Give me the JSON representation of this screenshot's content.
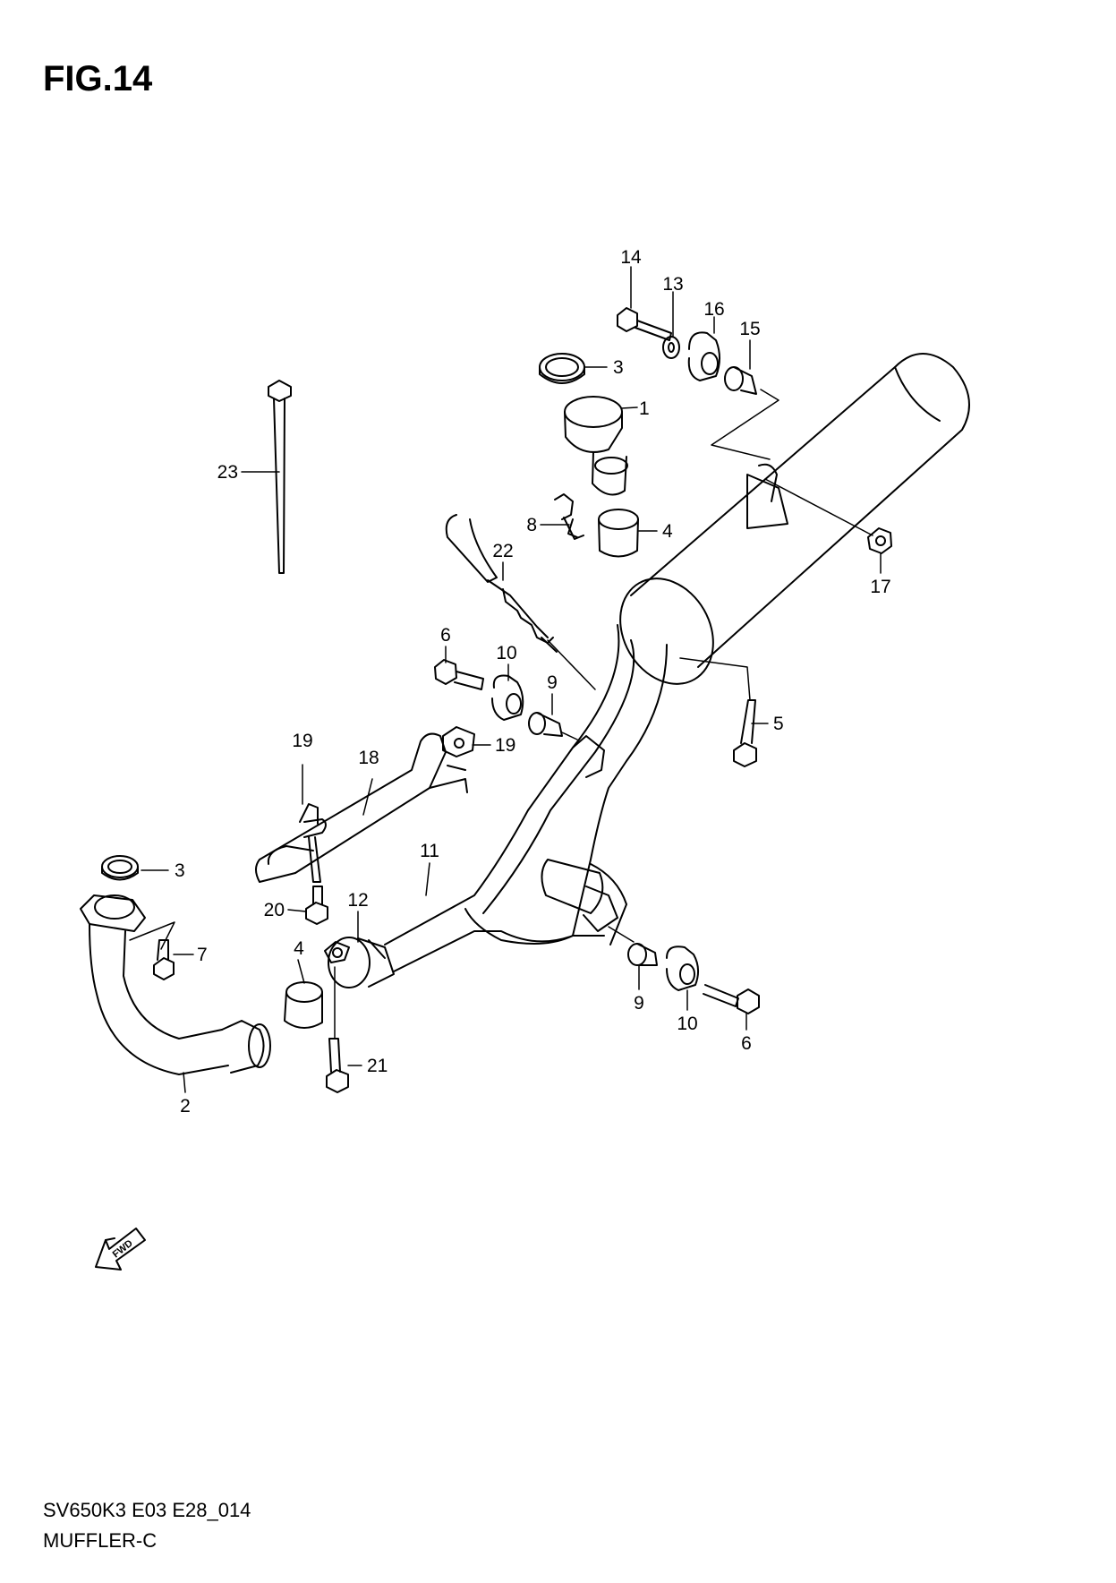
{
  "title": "FIG.14",
  "footer": {
    "code": "SV650K3 E03 E28_014",
    "name": "MUFFLER-C"
  },
  "fwd_label": "FWD",
  "callouts": [
    {
      "id": "c14",
      "label": "14"
    },
    {
      "id": "c13",
      "label": "13"
    },
    {
      "id": "c16",
      "label": "16"
    },
    {
      "id": "c15",
      "label": "15"
    },
    {
      "id": "c3a",
      "label": "3"
    },
    {
      "id": "c1",
      "label": "1"
    },
    {
      "id": "c23",
      "label": "23"
    },
    {
      "id": "c8",
      "label": "8"
    },
    {
      "id": "c4a",
      "label": "4"
    },
    {
      "id": "c22",
      "label": "22"
    },
    {
      "id": "c17",
      "label": "17"
    },
    {
      "id": "c6a",
      "label": "6"
    },
    {
      "id": "c10a",
      "label": "10"
    },
    {
      "id": "c9a",
      "label": "9"
    },
    {
      "id": "c5",
      "label": "5"
    },
    {
      "id": "c19a",
      "label": "19"
    },
    {
      "id": "c18",
      "label": "18"
    },
    {
      "id": "c19b",
      "label": "19"
    },
    {
      "id": "c11",
      "label": "11"
    },
    {
      "id": "c3b",
      "label": "3"
    },
    {
      "id": "c20",
      "label": "20"
    },
    {
      "id": "c12",
      "label": "12"
    },
    {
      "id": "c7",
      "label": "7"
    },
    {
      "id": "c4b",
      "label": "4"
    },
    {
      "id": "c9b",
      "label": "9"
    },
    {
      "id": "c10b",
      "label": "10"
    },
    {
      "id": "c6b",
      "label": "6"
    },
    {
      "id": "c21",
      "label": "21"
    },
    {
      "id": "c2",
      "label": "2"
    }
  ]
}
